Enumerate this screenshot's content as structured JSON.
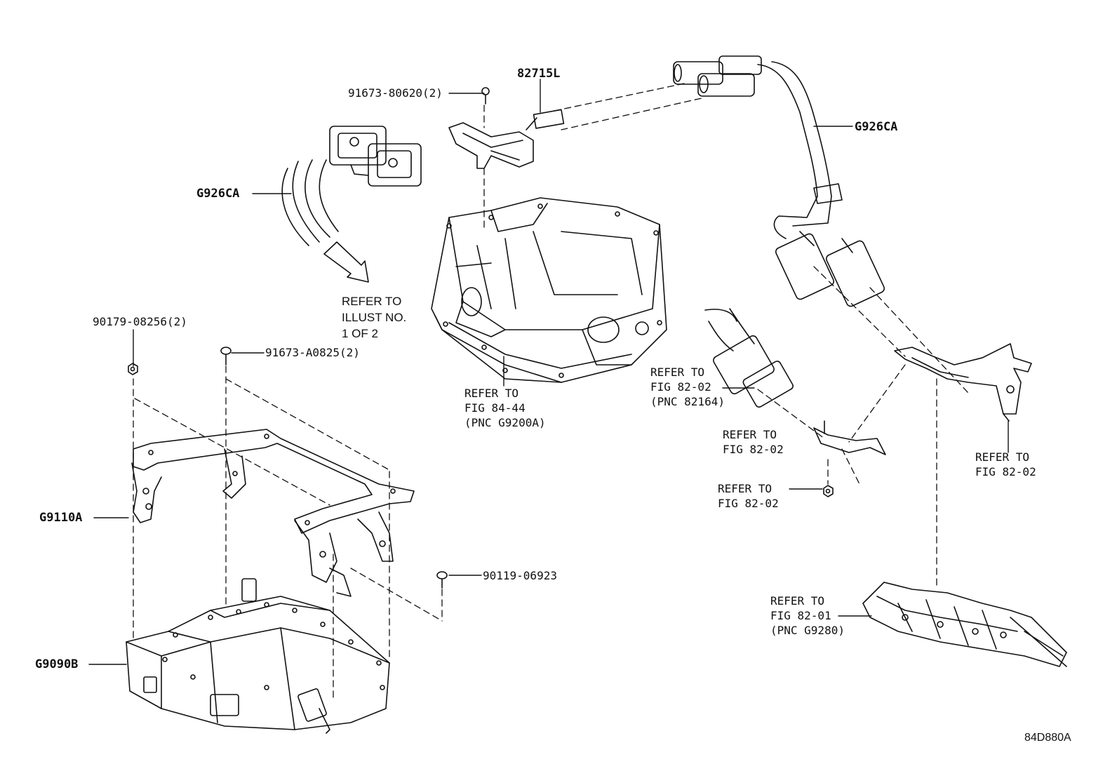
{
  "labels": {
    "p_82715L": "82715L",
    "p_91673_80620": "91673-80620(2)",
    "p_G926CA_left": "G926CA",
    "p_G926CA_right": "G926CA",
    "refer_illust_1": "REFER TO",
    "refer_illust_2": "ILLUST NO.",
    "refer_illust_3": "1 OF 2",
    "p_90179_08256": "90179-08256(2)",
    "p_91673_A0825": "91673-A0825(2)",
    "ref_84_44_1": "REFER TO",
    "ref_84_44_2": "FIG 84-44",
    "ref_84_44_3": "(PNC G9200A)",
    "ref_82164_1": "REFER TO",
    "ref_82164_2": "FIG 82-02",
    "ref_82164_3": "(PNC 82164)",
    "ref_8202_a_1": "REFER TO",
    "ref_8202_a_2": "FIG 82-02",
    "ref_8202_b_1": "REFER TO",
    "ref_8202_b_2": "FIG 82-02",
    "ref_8202_c_1": "REFER TO",
    "ref_8202_c_2": "FIG 82-02",
    "p_G9110A": "G9110A",
    "p_90119_06923": "90119-06923",
    "ref_8201_1": "REFER TO",
    "ref_8201_2": "FIG 82-01",
    "ref_8201_3": "(PNC G9280)",
    "p_G9090B": "G9090B",
    "diagram_id": "84D880A"
  },
  "colors": {
    "line": "#111111",
    "background": "#ffffff"
  }
}
